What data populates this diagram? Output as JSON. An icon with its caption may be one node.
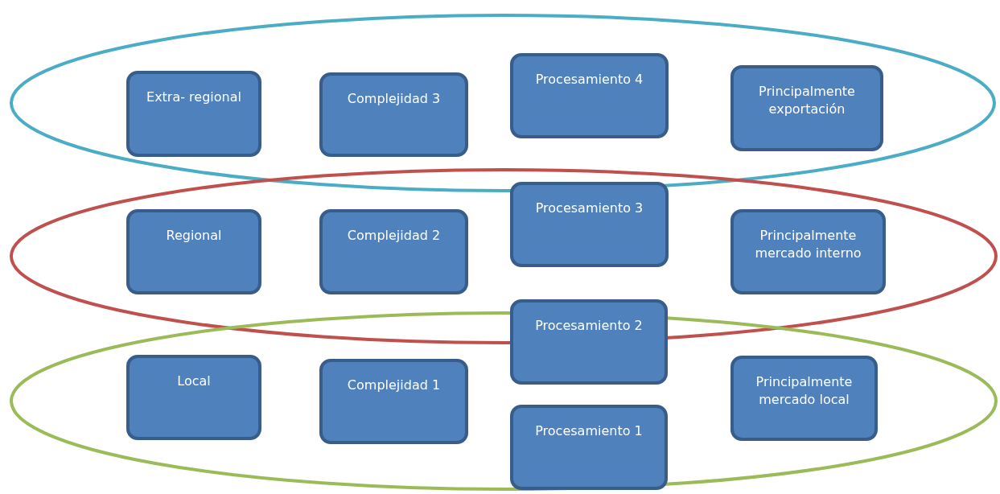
{
  "diagram": {
    "nodes": [
      {
        "text": [],
        "shape": "ellipse"
      },
      {
        "text": [
          "Extra- regional"
        ],
        "in": 0
      },
      {
        "text": [
          "Complejidad 3"
        ],
        "in": 0
      },
      {
        "text": [
          "Procesamiento 4"
        ],
        "in": 0
      },
      {
        "text": [
          "Principalmente exportación"
        ],
        "in": 0
      },
      {
        "text": [],
        "shape": "ellipse"
      },
      {
        "text": [
          "Regional"
        ],
        "in": 5
      },
      {
        "text": [
          "Complejidad 2"
        ],
        "in": 5
      },
      {
        "text": [
          "Procesamiento 3"
        ],
        "in": 5
      },
      {
        "text": [
          "Principalmente mercado interno"
        ],
        "in": 5
      },
      {
        "text": [],
        "shape": "ellipse"
      },
      {
        "text": [
          "Local"
        ],
        "in": 10
      },
      {
        "text": [
          "Complejidad 1"
        ],
        "in": 10
      },
      {
        "text": [
          "Procesamiento 2"
        ]
      },
      {
        "text": [
          "Procesamiento 1"
        ],
        "in": 10
      },
      {
        "text": [
          "Principalmente mercado local"
        ],
        "in": 10
      }
    ],
    "edges": []
  }
}
